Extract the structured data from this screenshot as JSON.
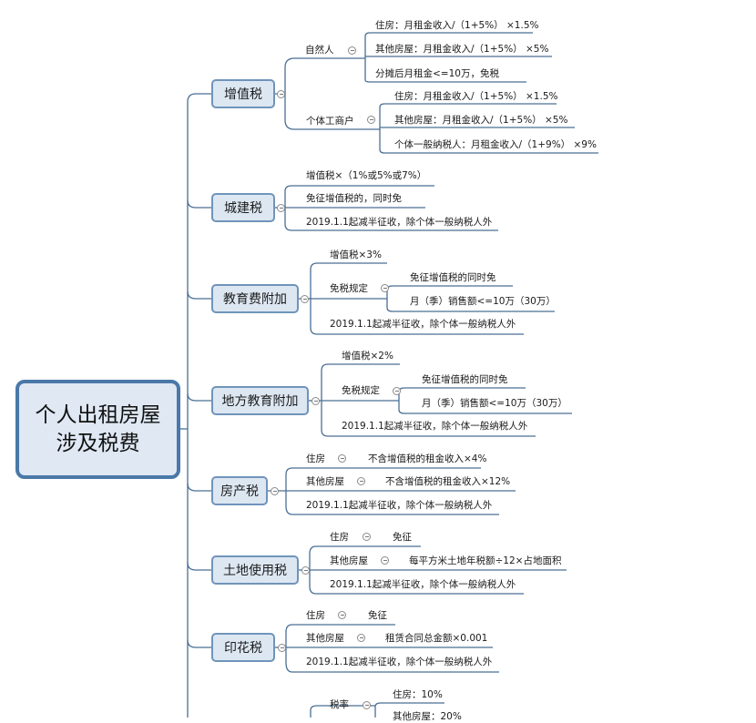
{
  "root": {
    "line1": "个人出租房屋",
    "line2": "涉及税费"
  },
  "taxes": [
    {
      "label": "增值税",
      "groups": [
        {
          "label": "自然人",
          "items": [
            "住房：月租金收入/（1+5%） ×1.5%",
            "其他房屋：月租金收入/（1+5%） ×5%",
            "分摊后月租金<=10万，免税"
          ]
        },
        {
          "label": "个体工商户",
          "items": [
            "住房：月租金收入/（1+5%） ×1.5%",
            "其他房屋：月租金收入/（1+5%） ×5%",
            "个体一般纳税人：月租金收入/（1+9%） ×9%"
          ]
        }
      ]
    },
    {
      "label": "城建税",
      "items": [
        "增值税×（1%或5%或7%）",
        "免征增值税的，同时免",
        "2019.1.1起减半征收，除个体一般纳税人外"
      ]
    },
    {
      "label": "教育费附加",
      "top": "增值税×3%",
      "group": {
        "label": "免税规定",
        "items": [
          "免征增值税的同时免",
          "月（季）销售额<=10万（30万）"
        ]
      },
      "bottom": "2019.1.1起减半征收，除个体一般纳税人外"
    },
    {
      "label": "地方教育附加",
      "top": "增值税×2%",
      "group": {
        "label": "免税规定",
        "items": [
          "免征增值税的同时免",
          "月（季）销售额<=10万（30万）"
        ]
      },
      "bottom": "2019.1.1起减半征收，除个体一般纳税人外"
    },
    {
      "label": "房产税",
      "rows": [
        {
          "label": "住房",
          "value": "不含增值税的租金收入×4%"
        },
        {
          "label": "其他房屋",
          "value": "不含增值税的租金收入×12%"
        }
      ],
      "bottom": "2019.1.1起减半征收，除个体一般纳税人外"
    },
    {
      "label": "土地使用税",
      "rows": [
        {
          "label": "住房",
          "value": "免征"
        },
        {
          "label": "其他房屋",
          "value": "每平方米土地年税额÷12×占地面积"
        }
      ],
      "bottom": "2019.1.1起减半征收，除个体一般纳税人外"
    },
    {
      "label": "印花税",
      "rows": [
        {
          "label": "住房",
          "value": "免征"
        },
        {
          "label": "其他房屋",
          "value": "租赁合同总金额×0.001"
        }
      ],
      "bottom": "2019.1.1起减半征收，除个体一般纳税人外"
    },
    {
      "label": "",
      "group": {
        "label": "税率",
        "items": [
          "住房：10%",
          "其他房屋：20%"
        ]
      }
    }
  ],
  "colors": {
    "root_border": "#4a78a8",
    "box_fill": "#dde7f2",
    "box_border": "#6f94ba",
    "connector": "#4a6f95",
    "underline": "#5b82ad"
  }
}
